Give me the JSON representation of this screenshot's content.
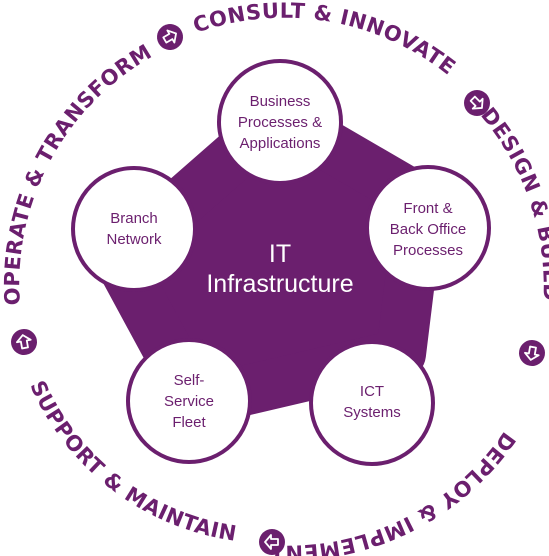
{
  "colors": {
    "purple": "#6b1f6e",
    "node_fill": "#ffffff",
    "node_stroke": "#6b1f6e",
    "center_text": "#ffffff"
  },
  "center": {
    "line1": "IT",
    "line2": "Infrastructure"
  },
  "nodes": [
    {
      "id": "business",
      "lines": [
        "Business",
        "Processes &",
        "Applications"
      ]
    },
    {
      "id": "front-back",
      "lines": [
        "Front &",
        "Back Office",
        "Processes"
      ]
    },
    {
      "id": "ict",
      "lines": [
        "ICT",
        "Systems"
      ]
    },
    {
      "id": "self-service",
      "lines": [
        "Self-",
        "Service",
        "Fleet"
      ]
    },
    {
      "id": "branch",
      "lines": [
        "Branch",
        "Network"
      ]
    }
  ],
  "ring": {
    "labels": [
      {
        "id": "consult",
        "text": "CONSULT & INNOVATE"
      },
      {
        "id": "design",
        "text": "DESIGN & BUILD"
      },
      {
        "id": "deploy",
        "text": "DEPLOY & IMPLEMENT"
      },
      {
        "id": "support",
        "text": "SUPPORT & MAINTAIN"
      },
      {
        "id": "operate",
        "text": "OPERATE & TRANSFORM"
      }
    ],
    "arrows": [
      {
        "id": "arrow-top",
        "icon": "arrow-right-icon"
      },
      {
        "id": "arrow-right-upper",
        "icon": "arrow-down-right-icon"
      },
      {
        "id": "arrow-right-lower",
        "icon": "arrow-down-icon"
      },
      {
        "id": "arrow-bottom",
        "icon": "arrow-left-icon"
      },
      {
        "id": "arrow-left",
        "icon": "arrow-up-icon"
      }
    ]
  }
}
